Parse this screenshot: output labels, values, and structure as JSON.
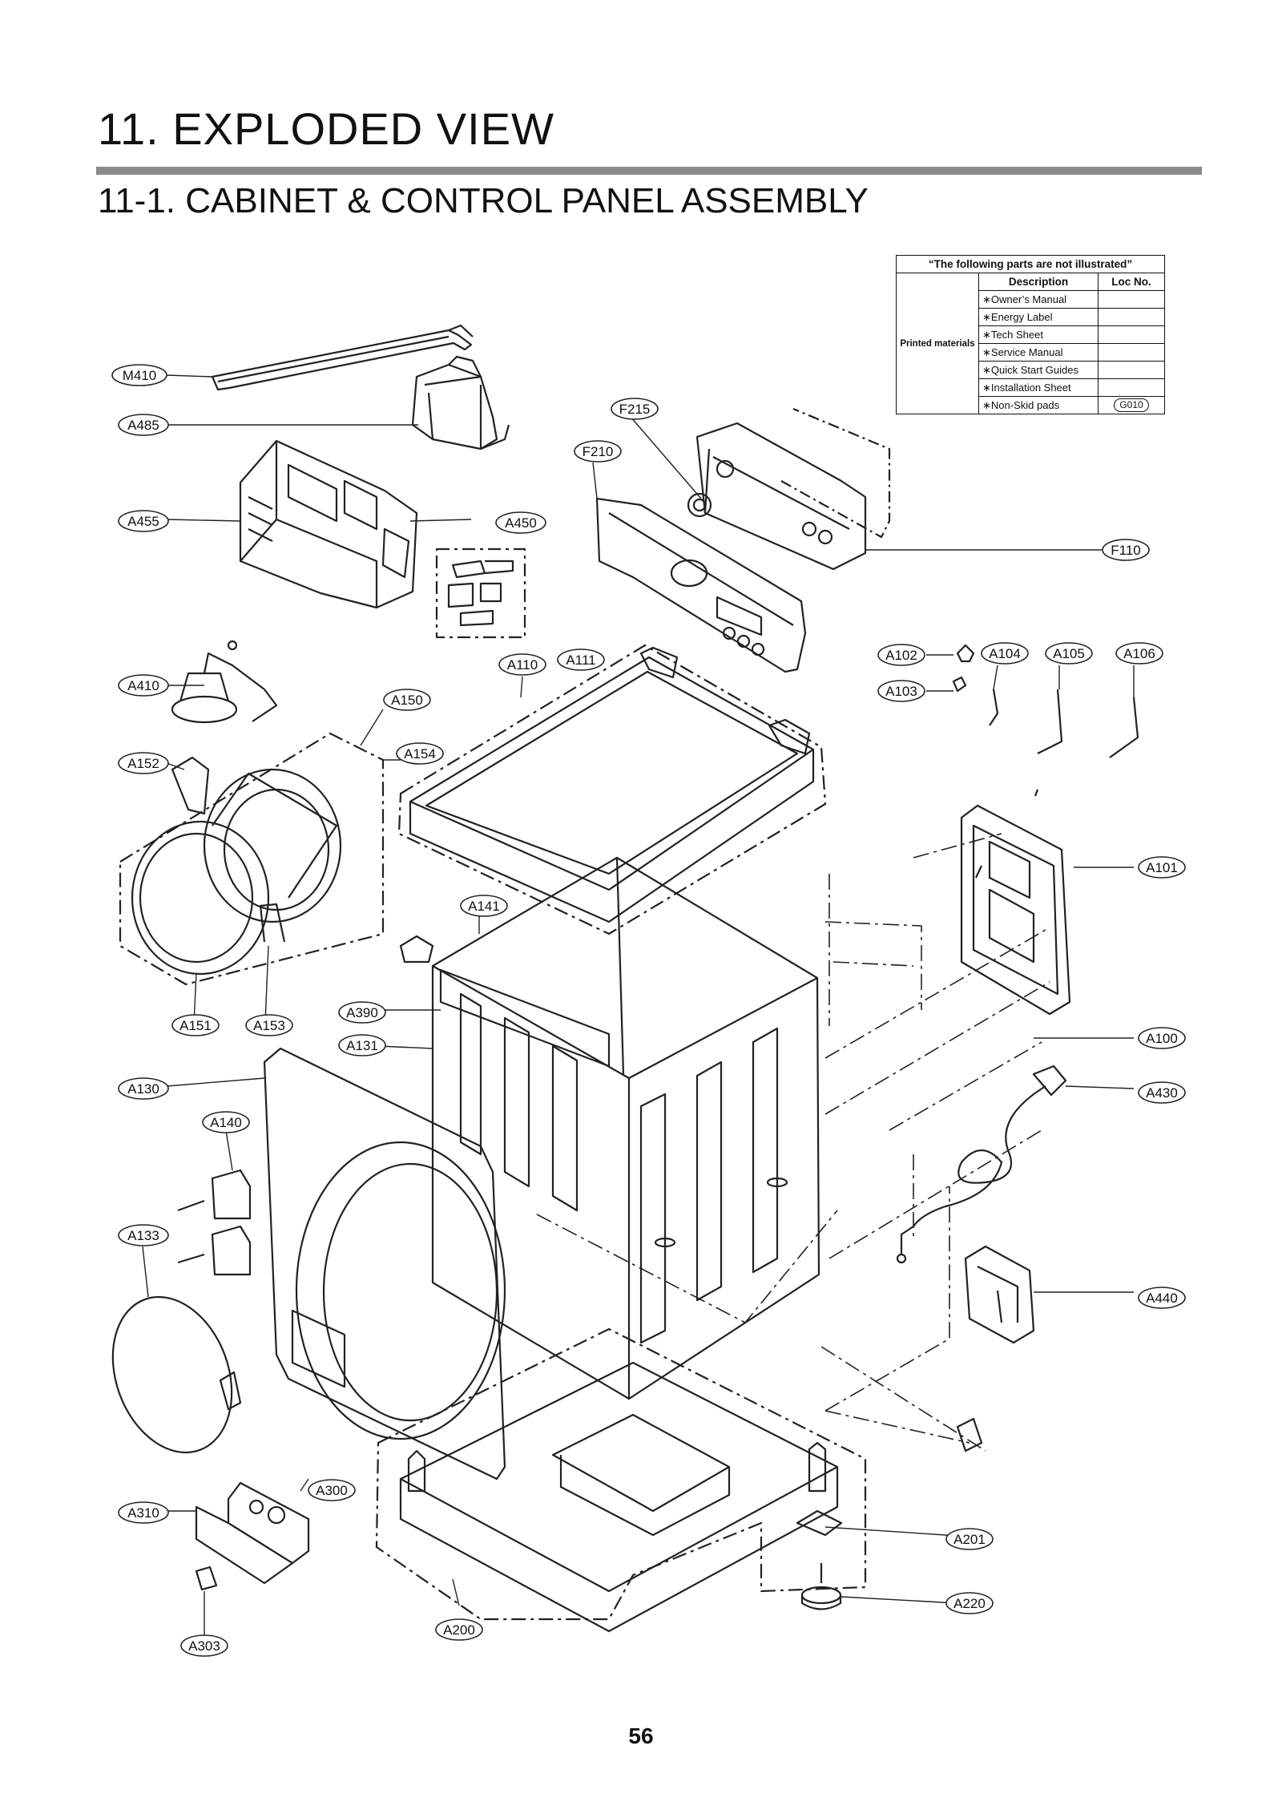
{
  "header": {
    "title": "11. EXPLODED VIEW",
    "subtitle": "11-1. CABINET  & CONTROL PANEL ASSEMBLY"
  },
  "not_illustrated": {
    "heading": "“The following parts are not illustrated”",
    "col_description": "Description",
    "col_loc": "Loc No.",
    "group": "Printed materials",
    "items": [
      {
        "desc": "∗Owner’s Manual",
        "loc": ""
      },
      {
        "desc": "∗Energy Label",
        "loc": ""
      },
      {
        "desc": "∗Tech Sheet",
        "loc": ""
      },
      {
        "desc": "∗Service Manual",
        "loc": ""
      },
      {
        "desc": "∗Quick Start Guides",
        "loc": ""
      },
      {
        "desc": "∗Installation Sheet",
        "loc": ""
      },
      {
        "desc": "∗Non-Skid pads",
        "loc": "G010"
      }
    ]
  },
  "callouts": {
    "M410": "M410",
    "A485": "A485",
    "A455": "A455",
    "A450": "A450",
    "F215": "F215",
    "F210": "F210",
    "F110": "F110",
    "A410": "A410",
    "A110": "A110",
    "A111": "A111",
    "A150": "A150",
    "A152": "A152",
    "A154": "A154",
    "A102": "A102",
    "A103": "A103",
    "A104": "A104",
    "A105": "A105",
    "A106": "A106",
    "A101": "A101",
    "A141": "A141",
    "A151": "A151",
    "A153": "A153",
    "A390": "A390",
    "A131": "A131",
    "A100": "A100",
    "A130": "A130",
    "A430": "A430",
    "A140": "A140",
    "A133": "A133",
    "A440": "A440",
    "A300": "A300",
    "A310": "A310",
    "A201": "A201",
    "A220": "A220",
    "A200": "A200",
    "A303": "A303"
  },
  "page_number": "56"
}
